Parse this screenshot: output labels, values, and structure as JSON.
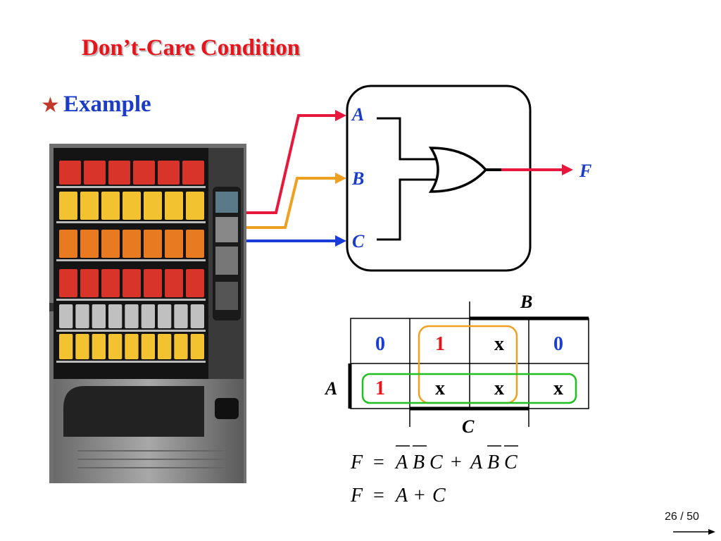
{
  "slide": {
    "title": "Don’t-Care Condition",
    "bullet_text": "Example",
    "page_number": "26 / 50"
  },
  "circuit": {
    "inputs": [
      {
        "name": "A",
        "wire_color": "#e8183c"
      },
      {
        "name": "B",
        "wire_color": "#f0a020"
      },
      {
        "name": "C",
        "wire_color": "#1a3cd8"
      }
    ],
    "output": {
      "name": "F",
      "wire_color": "#e8183c"
    },
    "label_color": "#1a3cc8"
  },
  "kmap": {
    "row_label": "A",
    "col_labels": {
      "top": "B",
      "bottom": "C"
    },
    "cells": [
      [
        {
          "v": "0",
          "color": "#1a3cd8"
        },
        {
          "v": "1",
          "color": "#e8141c"
        },
        {
          "v": "x",
          "color": "#000000"
        },
        {
          "v": "0",
          "color": "#1a3cd8"
        }
      ],
      [
        {
          "v": "1",
          "color": "#e8141c"
        },
        {
          "v": "x",
          "color": "#000000"
        },
        {
          "v": "x",
          "color": "#000000"
        },
        {
          "v": "x",
          "color": "#000000"
        }
      ]
    ],
    "group_colors": {
      "orange": "#f0a020",
      "green": "#20c020"
    }
  },
  "equations": {
    "eq1": {
      "lhs": "F",
      "eq": "=",
      "t1": [
        "A",
        "B",
        "C"
      ],
      "plus": "+",
      "t2": [
        "A",
        "B",
        "C"
      ]
    },
    "eq2": {
      "lhs": "F",
      "eq": "=",
      "t1": "A",
      "plus": "+",
      "t2": "C"
    }
  }
}
